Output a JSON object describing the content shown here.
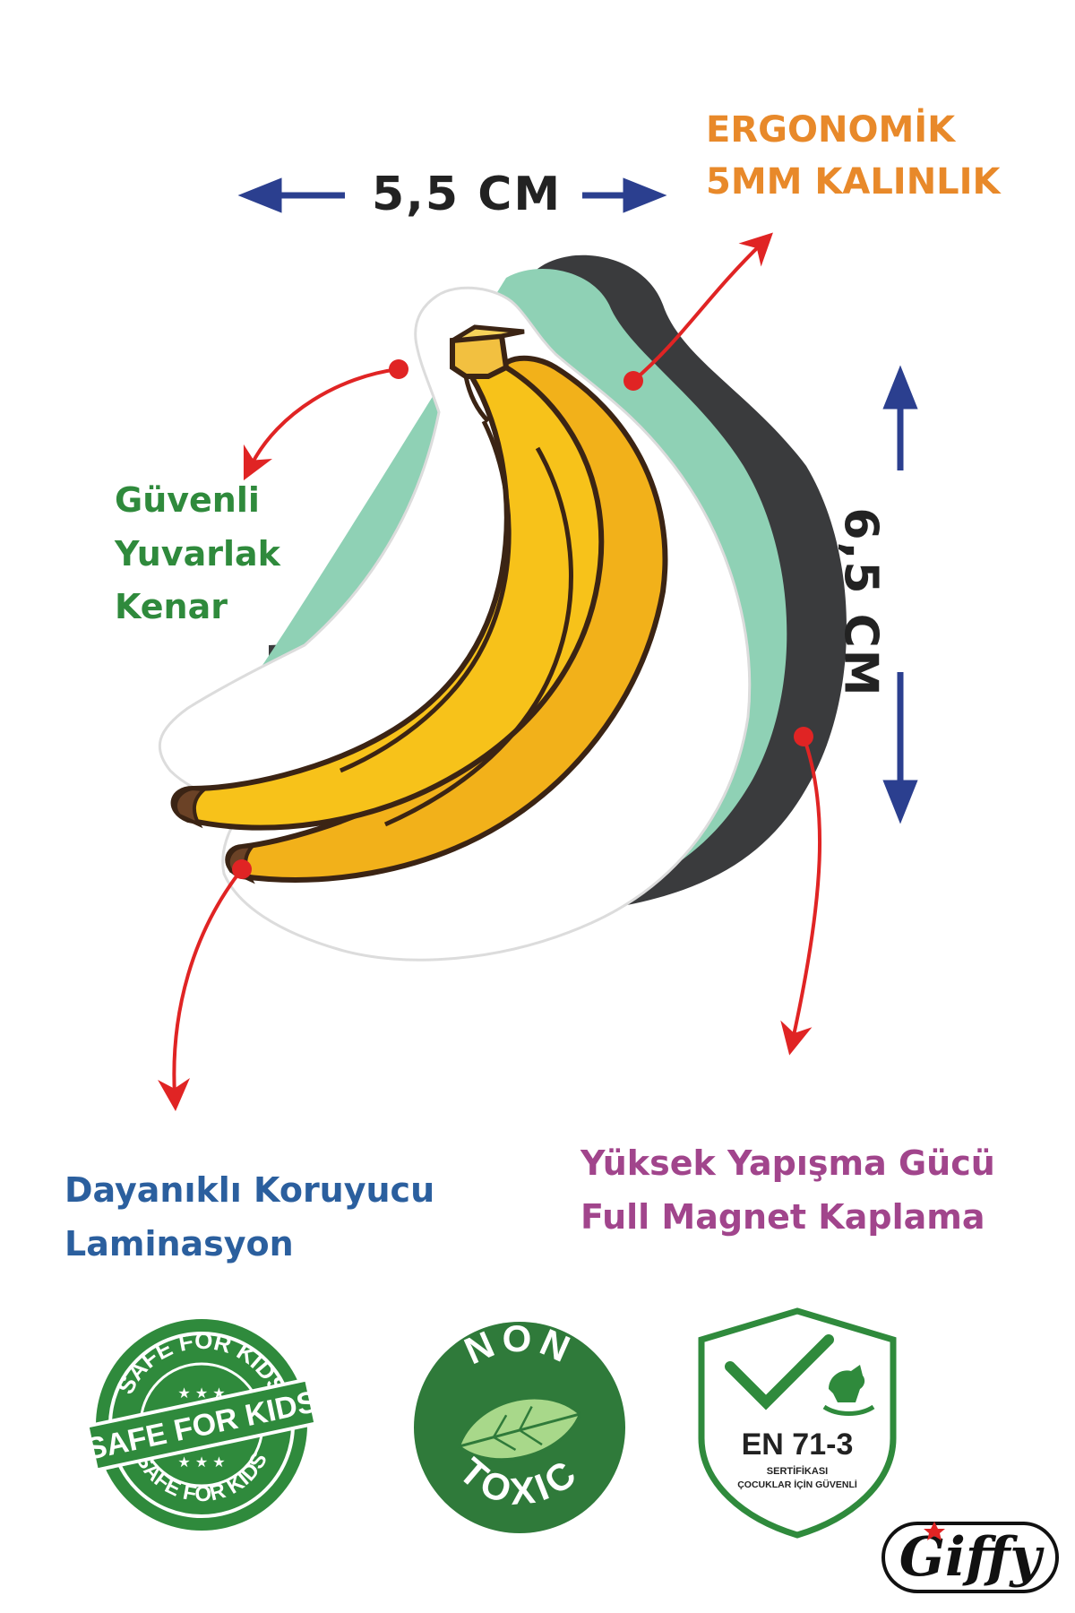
{
  "dimensions": {
    "width": "5,5 CM",
    "height": "6,5 CM"
  },
  "features": {
    "ergonomic": [
      "ERGONOMİK",
      "5MM KALINLIK"
    ],
    "safe_edge": [
      "Güvenli",
      "Yuvarlak",
      "Kenar"
    ],
    "lamination": [
      "Dayanıklı Koruyucu",
      "Laminasyon"
    ],
    "magnet": [
      "Yüksek Yapışma Gücü",
      "Full Magnet Kaplama"
    ]
  },
  "badges": {
    "safe_for_kids": {
      "main": "SAFE FOR KIDS",
      "arc_top": "SAFE FOR KIDS",
      "arc_bottom": "SAFE FOR KIDS"
    },
    "non_toxic": {
      "top": "NON",
      "bottom": "TOXIC"
    },
    "en71": {
      "title": "EN 71-3",
      "line1": "SERTİFİKASI",
      "line2": "ÇOCUKLAR İÇİN GÜVENLİ"
    }
  },
  "brand": "Giffy",
  "colors": {
    "arrow_blue": "#2b3f8f",
    "arrow_red": "#e02424",
    "ergonomic_orange": "#e8892a",
    "green_text": "#2f8a3c",
    "blue_text": "#2b5f9e",
    "purple_text": "#a1458c",
    "banana_yellow": "#f7c21a",
    "banana_shadow": "#e6a612",
    "magnet_dark": "#3a3b3d",
    "layer_mint": "#8fd1b5",
    "badge_green": "#2f8a3c"
  }
}
